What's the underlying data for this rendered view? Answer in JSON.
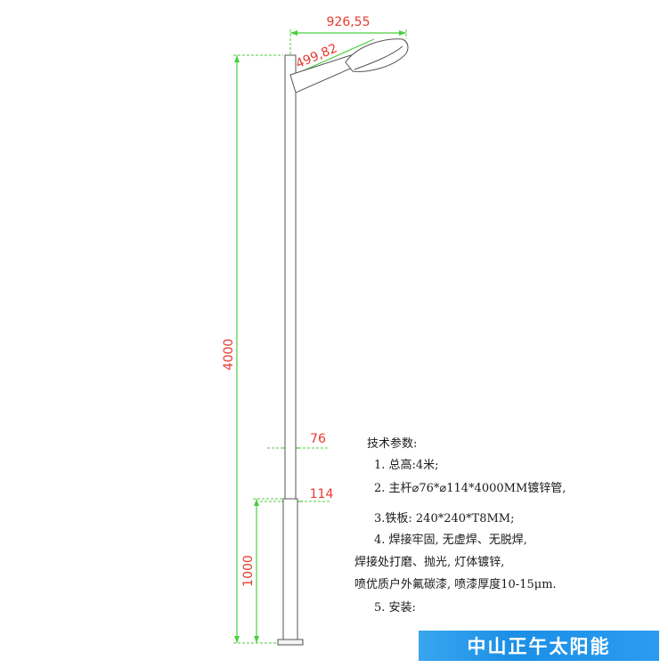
{
  "dimensions": {
    "arm_span": "926,55",
    "arm_length": "499,82",
    "total_height": "4000",
    "top_diameter": "76",
    "bottom_diameter": "114",
    "lower_section": "1000"
  },
  "specs": {
    "title": "技术参数:",
    "items": [
      "1. 总高:4米;",
      "2. 主杆⌀76*⌀114*4000MM镀锌管,",
      "3.铁板: 240*240*T8MM;",
      "4. 焊接牢固, 无虚焊、无脱焊,",
      "焊接处打磨、抛光, 灯体镀锌,",
      "喷优质户外氟碳漆, 喷漆厚度10-15μm.",
      "5. 安装:"
    ]
  },
  "brand": {
    "name": "中山正午太阳能"
  },
  "colors": {
    "dimension": "#e8392f",
    "extension": "#4ccf3f",
    "outline": "#555555",
    "banner": "#1b8fe6"
  }
}
